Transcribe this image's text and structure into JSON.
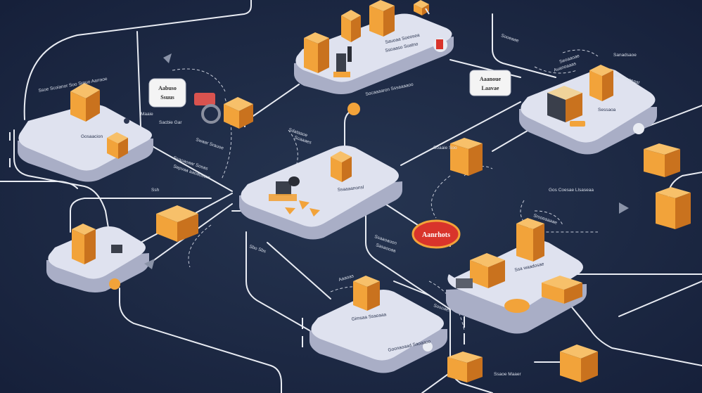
{
  "diagram": {
    "colors": {
      "background": "#1f2c44",
      "platform_top": "#dfe2ef",
      "platform_side": "#a9aec6",
      "box_orange": "#f2a33a",
      "box_dark": "#c9721e",
      "line": "#e9ecf3",
      "badge": "#d9342b"
    },
    "signs": {
      "sign_left": [
        "Aabuso",
        "Ssuus"
      ],
      "sign_right": [
        "Aaanoue",
        "Laavae"
      ],
      "badge": "Aanrhots"
    },
    "labels": {
      "top_left_caption": "Ssoe Scoianor Soo Srouo Aarraoe",
      "platform_a_label": "Gosaacion",
      "mid_left_1": "Maaie",
      "mid_left_2": "Sacbie Gar",
      "mid_left_3": "Ssaoaoaar Sosas",
      "mid_left_4": "Sepvaa aaoaoatan",
      "mid_left_5": "Swaar Srauoe",
      "far_left_small": "Ssh",
      "top_center_1": "Sauoaa Soeosea",
      "top_center_2": "Ssoaaso Soatno",
      "top_center_3": "Socaaaaron Sssaaaaoo",
      "center_1": "Sdataaoe",
      "center_2": "Scaaaes",
      "center_platform": "Ssaaaanonsl",
      "top_right_1": "Sooeaae",
      "top_right_2": "Seoaaoae",
      "top_right_3": "Auanoaaas",
      "top_right_4": "Sanadsaoe",
      "top_right_5": "Sosoaaeeaat",
      "top_right_platform": "Sessaoa",
      "right_mid_1": "Soaaie Soo",
      "right_mid_2": "Gos Coesae Llsaseaa",
      "right_mid_3": "Srsoeaaaae",
      "right_platform": "Ssa waadosae",
      "left_mid_1": "Sbo Sbs",
      "left_mid_2": "Sasaooaa",
      "lower_center_1": "Aaaoas",
      "lower_center_2": "Sosoaes",
      "lower_center_3": "Ssaaoauon",
      "bottom_platform_1": "Gimsaa Ssaoaaa",
      "bottom_platform_2": "Goonaoaad Saoaaoo",
      "bottom_right": "Ssaoe Maaer"
    }
  }
}
